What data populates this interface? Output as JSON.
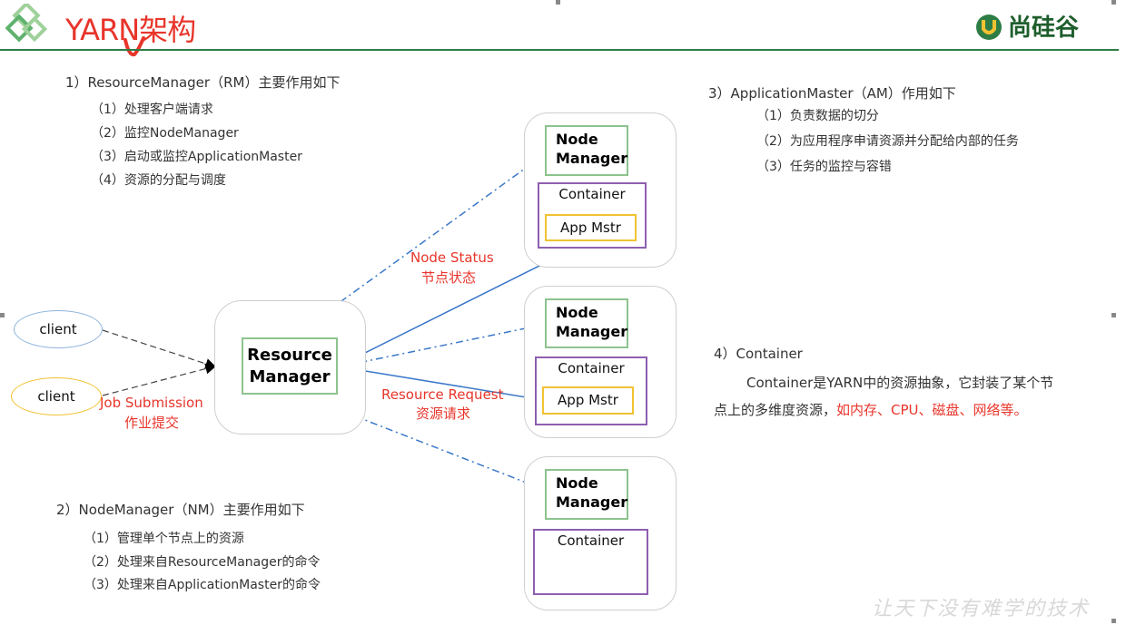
{
  "header": {
    "title": "YARN架构",
    "brand": "尚硅谷"
  },
  "rm_section": {
    "heading": "1）ResourceManager（RM）主要作用如下",
    "items": [
      "（1）处理客户端请求",
      "（2）监控NodeManager",
      "（3）启动或监控ApplicationMaster",
      "（4）资源的分配与调度"
    ]
  },
  "nm_section": {
    "heading": "2）NodeManager（NM）主要作用如下",
    "items": [
      "（1）管理单个节点上的资源",
      "（2）处理来自ResourceManager的命令",
      "（3）处理来自ApplicationMaster的命令"
    ]
  },
  "am_section": {
    "heading": "3）ApplicationMaster（AM）作用如下",
    "items": [
      "（1）负责数据的切分",
      "（2）为应用程序申请资源并分配给内部的任务",
      "（3）任务的监控与容错"
    ]
  },
  "container_section": {
    "heading": "4）Container",
    "desc_1": "Container是YARN中的资源抽象，它封装了某个节",
    "desc_2": "点上的多维度资源，",
    "desc_highlight": "如内存、CPU、磁盘、网络等。"
  },
  "diagram": {
    "resource_manager": "Resource Manager",
    "clients": [
      "client",
      "client"
    ],
    "node_manager": "Node Manager",
    "container": "Container",
    "app_master": "App Mstr",
    "label_job_submission": "Job Submission",
    "label_job_submission_cn": "作业提交",
    "label_node_status": "Node Status",
    "label_node_status_cn": "节点状态",
    "label_resource_request": "Resource Request",
    "label_resource_request_cn": "资源请求"
  },
  "footer": {
    "slogan": "让天下没有难学的技术"
  },
  "colors": {
    "accent_red": "#e8352b",
    "brand_green": "#2e7d46",
    "nm_green": "#8cc38e",
    "container_purple": "#8e5fb0",
    "am_yellow": "#f1c232",
    "arrow_blue": "#3b78c9"
  }
}
